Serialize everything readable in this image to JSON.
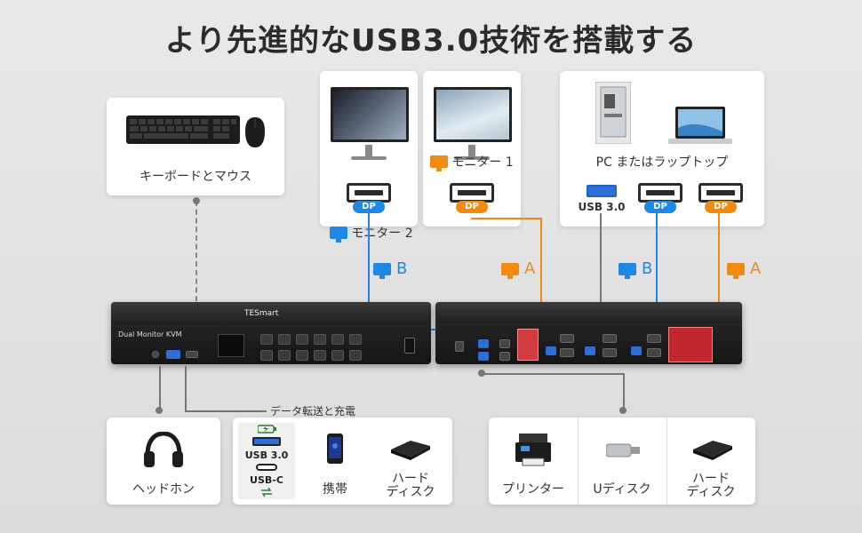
{
  "title": "より先進的なUSB3.0技術を搭載する",
  "keyboard_card": {
    "label": "キーボードとマウス"
  },
  "monitor2_card": {
    "label": "モニター 2",
    "port": "DP"
  },
  "monitor1_card": {
    "label": "モニター 1",
    "port": "DP"
  },
  "pc_card": {
    "label": "PC またはラップトップ",
    "ports": [
      "USB 3.0",
      "DP",
      "DP"
    ]
  },
  "connection_labels": {
    "b1": "B",
    "a1": "A",
    "b2": "B",
    "a2": "A"
  },
  "kvm_front": {
    "model_label": "Dual Monitor KVM",
    "brand": "TESmart"
  },
  "data_charge_label": "データ転送と充電",
  "bottom_left": {
    "headphone": "ヘッドホン"
  },
  "bottom_mid": {
    "usb_a": "USB 3.0",
    "usb_c": "USB-C",
    "phone": "携帯",
    "hdd": "ハード\nディスク"
  },
  "bottom_right": {
    "printer": "プリンター",
    "udisk": "Uディスク",
    "hdd": "ハード\nディスク"
  },
  "colors": {
    "blue": "#1e88e5",
    "orange": "#f08a10",
    "red_highlight": "#c0262d"
  }
}
